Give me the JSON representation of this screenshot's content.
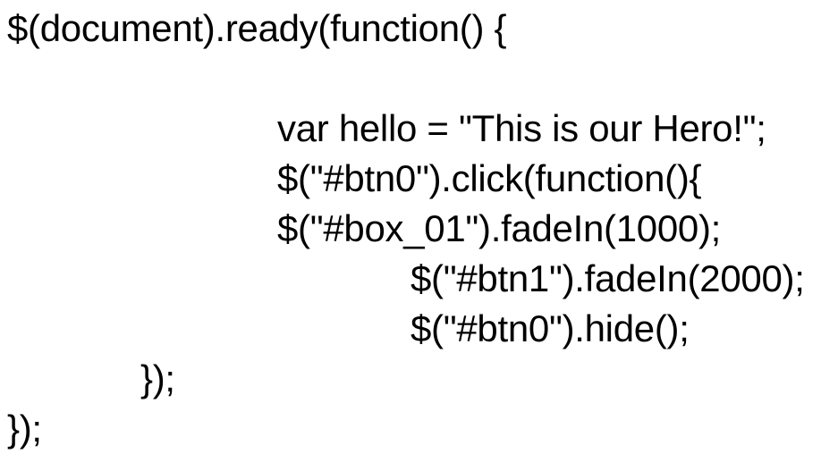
{
  "code": {
    "language": "javascript-jquery",
    "lines": [
      {
        "text": "$(document).ready(function() {",
        "indent": 0
      },
      {
        "text": "",
        "indent": 0
      },
      {
        "text": "var hello = \"This is our Hero!\";",
        "indent": 2
      },
      {
        "text": "$(\"#btn0\").click(function(){",
        "indent": 2
      },
      {
        "text": "$(\"#box_01\").fadeIn(1000);",
        "indent": 2
      },
      {
        "text": "$(\"#btn1\").fadeIn(2000);",
        "indent": 3
      },
      {
        "text": "$(\"#btn0\").hide();",
        "indent": 3
      },
      {
        "text": "});",
        "indent": 1
      },
      {
        "text": "});",
        "indent": 0
      }
    ]
  },
  "colors": {
    "background": "#ffffff",
    "text": "#000000"
  }
}
